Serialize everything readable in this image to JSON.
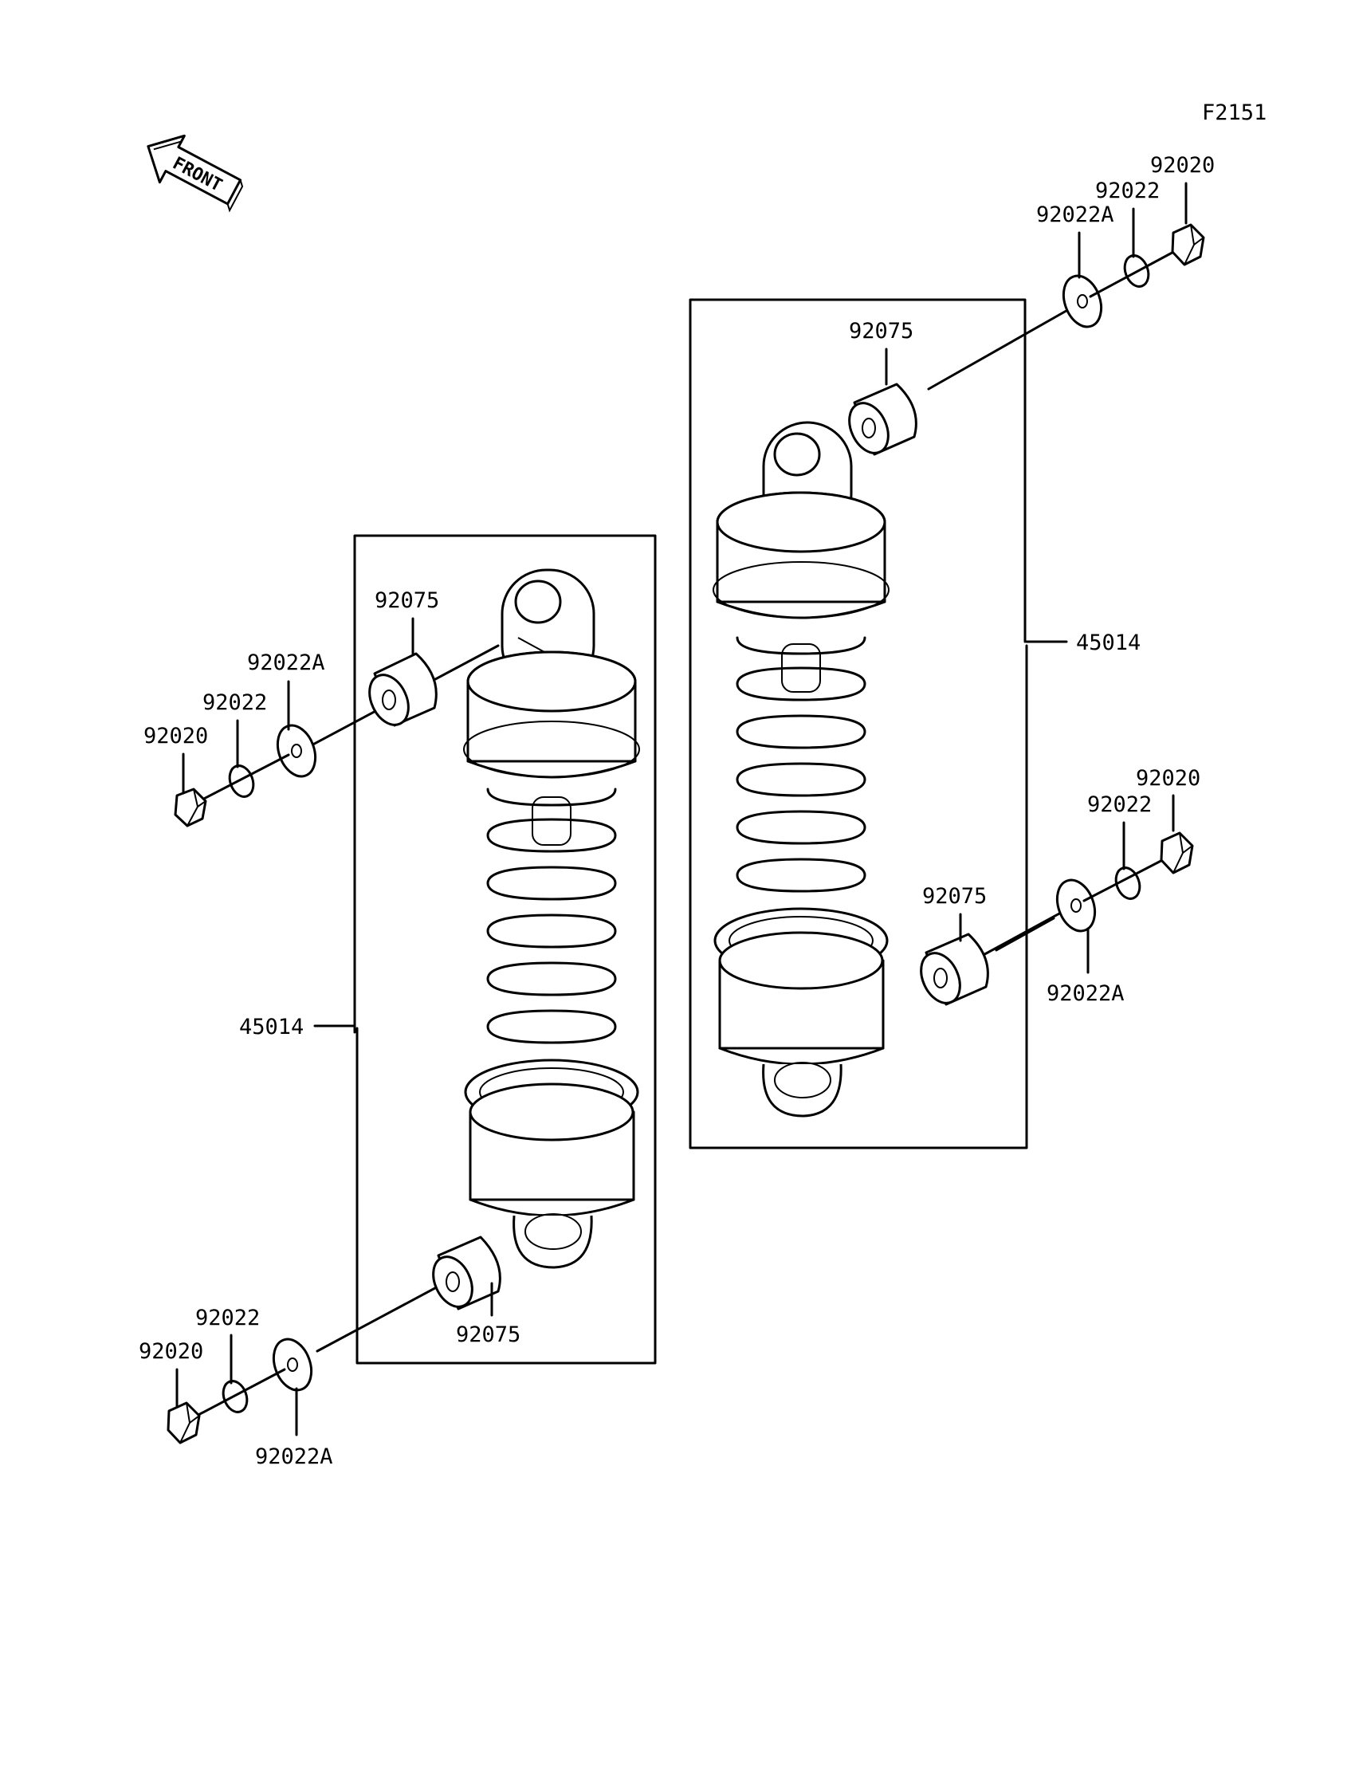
{
  "figure_code": "F2151",
  "direction_label": "FRONT",
  "left_shock": {
    "assembly": "45014",
    "upper_collar": "92075",
    "upper_washer_large": "92022A",
    "upper_washer_small": "92022",
    "upper_nut": "92020",
    "lower_collar": "92075",
    "lower_washer_small": "92022",
    "lower_nut": "92020",
    "lower_washer_large": "92022A"
  },
  "right_shock": {
    "assembly": "45014",
    "upper_nut": "92020",
    "upper_washer_small": "92022",
    "upper_washer_large": "92022A",
    "upper_collar": "92075",
    "lower_nut": "92020",
    "lower_washer_small": "92022",
    "lower_collar": "92075",
    "lower_washer_large": "92022A"
  }
}
